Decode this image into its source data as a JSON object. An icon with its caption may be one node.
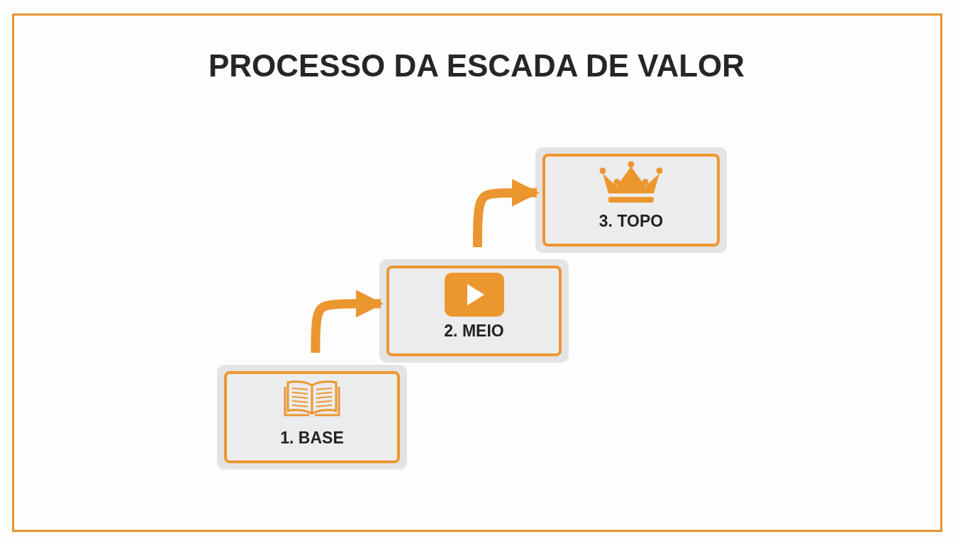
{
  "diagram": {
    "title": "PROCESSO DA ESCADA DE VALOR",
    "nodes": [
      {
        "text": [
          "1. BASE"
        ]
      },
      {
        "text": [
          "2. MEIO"
        ]
      },
      {
        "text": [
          "3. TOPO"
        ]
      }
    ],
    "edges": [
      {
        "from": 0,
        "to": 1,
        "arrow": "to"
      },
      {
        "from": 1,
        "to": 2,
        "arrow": "to"
      }
    ]
  }
}
